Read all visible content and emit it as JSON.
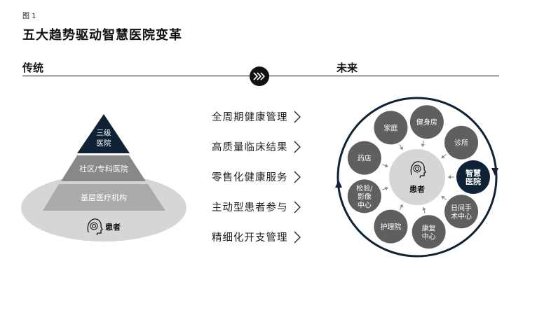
{
  "figure_label": "图 1",
  "title": "五大趋势驱动智慧医院变革",
  "traditional_label": "传统",
  "future_label": "未来",
  "pyramid": {
    "tier_top": [
      "三级",
      "医院"
    ],
    "tier_middle": "社区/专科医院",
    "tier_bottom": "基层医疗机构",
    "patient": "患者"
  },
  "trends": [
    "全周期健康管理",
    "高质量临床结果",
    "零售化健康服务",
    "主动型患者参与",
    "精细化开支管理"
  ],
  "ecosystem": {
    "center": "患者",
    "nodes": [
      {
        "lines": [
          "家庭"
        ]
      },
      {
        "lines": [
          "健身房"
        ]
      },
      {
        "lines": [
          "诊所"
        ]
      },
      {
        "lines": [
          "智慧",
          "医院"
        ],
        "highlight": true
      },
      {
        "lines": [
          "日间手",
          "术中心"
        ]
      },
      {
        "lines": [
          "康复",
          "中心"
        ]
      },
      {
        "lines": [
          "护理院"
        ]
      },
      {
        "lines": [
          "检验/",
          "影像",
          "中心"
        ]
      },
      {
        "lines": [
          "药店"
        ]
      }
    ]
  },
  "colors": {
    "navy": "#0f2236",
    "dark_gray": "#5f5f5f",
    "mid_gray": "#888888",
    "light_gray": "#d6d6d6",
    "text": "#111111"
  },
  "icons": [
    "fast-forward-icon",
    "patient-head-icon",
    "chevron-right-icon"
  ]
}
